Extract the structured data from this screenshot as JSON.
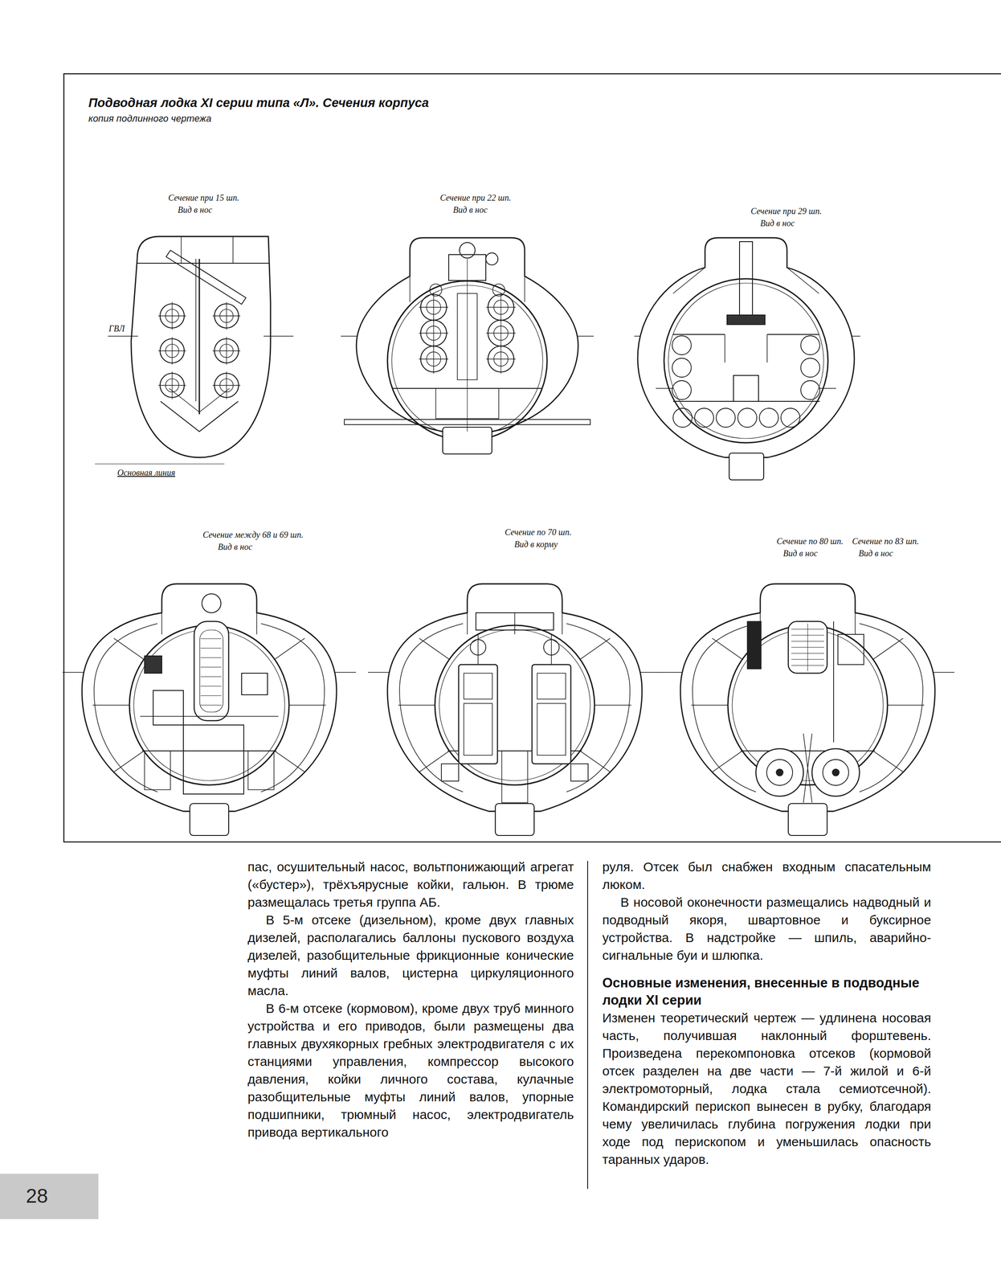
{
  "diagram": {
    "title": "Подводная лодка XI серии типа «Л». Сечения корпуса",
    "labels": [
      "копия подлинного чертежа",
      "Сечение при 15 шп.",
      "Вид в нос",
      "Сечение при 22 шп.",
      "Вид в нос",
      "Сечение при 29 шп.",
      "Вид в нос",
      "ГВЛ",
      "Основная линия",
      "Сечение между 68 и 69 шп.",
      "Вид в нос",
      "Сечение по 70 шп.",
      "Вид в корму",
      "Сечение по 80 шп.",
      "Вид в нос",
      "Сечение по 83 шп.",
      "Вид в нос",
      "пас, осушительный насос, вольтпонижающий агрегат («бустер»), трёхъярусные койки, гальюн. В трюме размещалась третья группа АБ.",
      "В 5-м отсеке (дизельном), кроме двух главных дизелей, располагались баллоны пускового воздуха дизелей, разобщительные фрикционные конические муфты линий валов, цистерна циркуляционного масла.",
      "В 6-м отсеке (кормовом), кроме двух труб минного устройства и его приводов, были размещены два главных двухякорных гребных электродвигателя с их станциями управления, компрессор высокого давления, койки личного состава, кулачные разобщительные муфты линий валов, упорные подшипники, трюмный насос, электродвигатель привода вертикального",
      "руля. Отсек был снабжен входным спасательным люком.",
      "В носовой оконечности размещались надводный и подводный якоря, швартовное и буксирное устройства. В надстройке — шпиль, аварийно-сигнальные буи и шлюпка.",
      "Основные изменения, внесенные в подводные лодки XI серии",
      "Изменен теоретический чертеж — удлинена носовая часть, получившая наклонный форштевень. Произведена перекомпоновка отсеков (кормовой отсек разделен на две части — 7-й жилой и 6-й электромоторный, лодка стала семиотсечной). Командирский перископ вынесен в рубку, благодаря чему увеличилась глубина погружения лодки при ходе под перископом и уменьшилась опасность таранных ударов.",
      "28"
    ]
  }
}
